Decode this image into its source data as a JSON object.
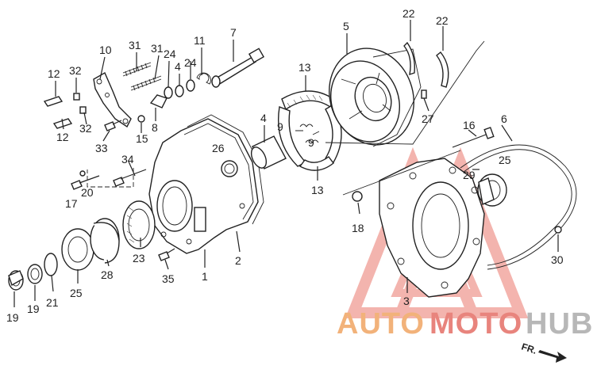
{
  "callouts": [
    {
      "id": "c10",
      "text": "10"
    },
    {
      "id": "c31a",
      "text": "31"
    },
    {
      "id": "c31b",
      "text": "31"
    },
    {
      "id": "c11",
      "text": "11"
    },
    {
      "id": "c7",
      "text": "7"
    },
    {
      "id": "c24a",
      "text": "24"
    },
    {
      "id": "c4a",
      "text": "4"
    },
    {
      "id": "c24b",
      "text": "24"
    },
    {
      "id": "c12a",
      "text": "12"
    },
    {
      "id": "c32a",
      "text": "32"
    },
    {
      "id": "c12b",
      "text": "12"
    },
    {
      "id": "c32b",
      "text": "32"
    },
    {
      "id": "c8",
      "text": "8"
    },
    {
      "id": "c15",
      "text": "15"
    },
    {
      "id": "c33",
      "text": "33"
    },
    {
      "id": "c34",
      "text": "34"
    },
    {
      "id": "c26",
      "text": "26"
    },
    {
      "id": "c4b",
      "text": "4"
    },
    {
      "id": "c13a",
      "text": "13"
    },
    {
      "id": "c9a",
      "text": "9"
    },
    {
      "id": "c9b",
      "text": "9"
    },
    {
      "id": "c13b",
      "text": "13"
    },
    {
      "id": "c5",
      "text": "5"
    },
    {
      "id": "c22a",
      "text": "22"
    },
    {
      "id": "c22b",
      "text": "22"
    },
    {
      "id": "c27",
      "text": "27"
    },
    {
      "id": "c16",
      "text": "16"
    },
    {
      "id": "c6",
      "text": "6"
    },
    {
      "id": "c29",
      "text": "29"
    },
    {
      "id": "c25a",
      "text": "25"
    },
    {
      "id": "c17",
      "text": "17"
    },
    {
      "id": "c20",
      "text": "20"
    },
    {
      "id": "c18",
      "text": "18"
    },
    {
      "id": "c2",
      "text": "2"
    },
    {
      "id": "c1",
      "text": "1"
    },
    {
      "id": "c23",
      "text": "23"
    },
    {
      "id": "c28",
      "text": "28"
    },
    {
      "id": "c35",
      "text": "35"
    },
    {
      "id": "c25b",
      "text": "25"
    },
    {
      "id": "c19a",
      "text": "19"
    },
    {
      "id": "c19b",
      "text": "19"
    },
    {
      "id": "c21",
      "text": "21"
    },
    {
      "id": "c3",
      "text": "3"
    },
    {
      "id": "c30",
      "text": "30"
    }
  ],
  "watermark": {
    "part1": "AUTO",
    "part2": "MOTO",
    "part3": "HUB",
    "color_orange": "#f2b27a",
    "color_red": "#e8847d",
    "color_gray": "#b7b7b7"
  },
  "direction_label": "FR."
}
